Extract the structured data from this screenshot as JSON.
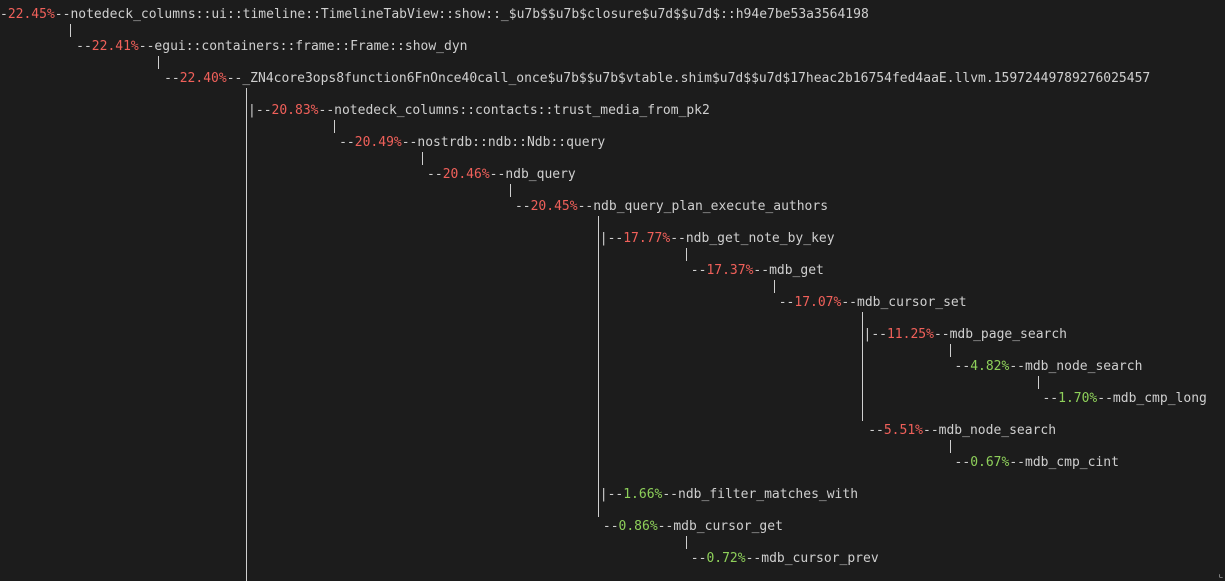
{
  "rows": [
    {
      "dash": "-",
      "pct": "22.45%",
      "heat": "hot",
      "name": "notedeck_columns::ui::timeline::TimelineTabView::show::_$u7b$$u7b$closure$u7d$$u7d$::h94e7be53a3564198"
    },
    {
      "dash": "--",
      "pct": "22.41%",
      "heat": "hot",
      "name": "egui::containers::frame::Frame::show_dyn"
    },
    {
      "dash": "--",
      "pct": "22.40%",
      "heat": "hot",
      "name": "_ZN4core3ops8function6FnOnce40call_once$u7b$$u7b$vtable.shim$u7d$$u7d$17heac2b16754fed4aaE.llvm.15972449789276025457"
    },
    {
      "dash": "--",
      "pct": "20.83%",
      "heat": "hot",
      "name": "notedeck_columns::contacts::trust_media_from_pk2"
    },
    {
      "dash": "--",
      "pct": "20.49%",
      "heat": "hot",
      "name": "nostrdb::ndb::Ndb::query"
    },
    {
      "dash": "--",
      "pct": "20.46%",
      "heat": "hot",
      "name": "ndb_query"
    },
    {
      "dash": "--",
      "pct": "20.45%",
      "heat": "hot",
      "name": "ndb_query_plan_execute_authors"
    },
    {
      "dash": "--",
      "pct": "17.77%",
      "heat": "hot",
      "name": "ndb_get_note_by_key"
    },
    {
      "dash": "--",
      "pct": "17.37%",
      "heat": "hot",
      "name": "mdb_get"
    },
    {
      "dash": "--",
      "pct": "17.07%",
      "heat": "hot",
      "name": "mdb_cursor_set"
    },
    {
      "dash": "--",
      "pct": "11.25%",
      "heat": "hot",
      "name": "mdb_page_search"
    },
    {
      "dash": "--",
      "pct": "4.82%",
      "heat": "cool",
      "name": "mdb_node_search"
    },
    {
      "dash": "--",
      "pct": "1.70%",
      "heat": "cool",
      "name": "mdb_cmp_long"
    },
    {
      "dash": "--",
      "pct": "5.51%",
      "heat": "hot",
      "name": "mdb_node_search"
    },
    {
      "dash": "--",
      "pct": "0.67%",
      "heat": "cool",
      "name": "mdb_cmp_cint"
    },
    {
      "dash": "--",
      "pct": "1.66%",
      "heat": "cool",
      "name": "ndb_filter_matches_with"
    },
    {
      "dash": "--",
      "pct": "0.86%",
      "heat": "cool",
      "name": "mdb_cursor_get"
    },
    {
      "dash": "--",
      "pct": "0.72%",
      "heat": "cool",
      "name": "mdb_cursor_prev"
    }
  ]
}
